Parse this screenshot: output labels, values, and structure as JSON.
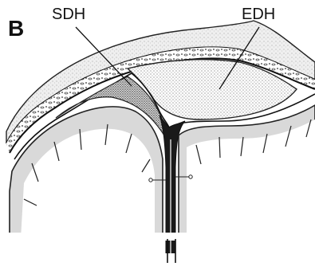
{
  "figure": {
    "panel_letter": "B",
    "labels": {
      "sdh": "SDH",
      "edh": "EDH"
    }
  }
}
